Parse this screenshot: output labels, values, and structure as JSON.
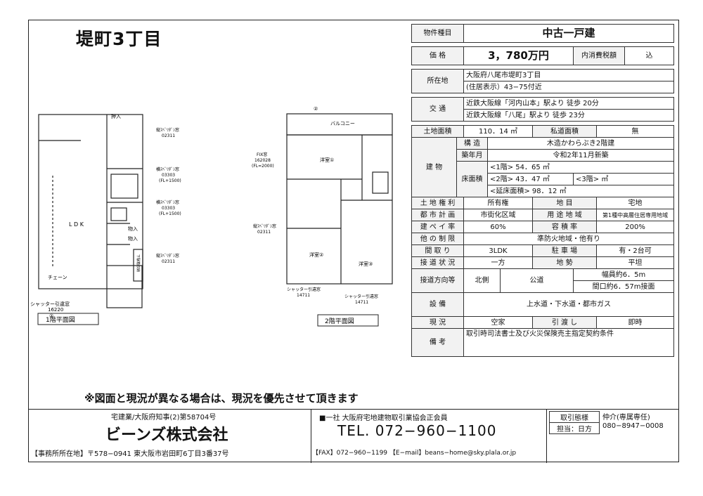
{
  "title": "堤町3丁目",
  "note": "※図面と現況が異なる場合は、現況を優先させて頂きます",
  "spec": {
    "type_label": "物件種目",
    "type_value": "中古一戸建",
    "price_label": "価 格",
    "price_value": "3，780万円",
    "tax_label": "内消費税額",
    "tax_value": "込",
    "loc_label": "所在地",
    "loc_value": "大阪府八尾市堤町3丁目",
    "loc_sub": "(住居表示）43−75付近",
    "traffic_label": "交 通",
    "traffic_1": "近鉄大阪線「河内山本」駅より 徒歩 20分",
    "traffic_2": "近鉄大阪線「八尾」駅より 徒歩 23分",
    "land_label": "土地面積",
    "land_value": "110．14 ㎡",
    "private_road_label": "私道面積",
    "private_road_value": "無",
    "building_label": "建 物",
    "struct_label": "構 造",
    "struct_value": "木造かわらぶき2階建",
    "built_label": "築年月",
    "built_value": "令和2年11月新築",
    "floor_label": "床面積",
    "floor_1": "<1階> 54．65 ㎡",
    "floor_2": "<2階> 43．47 ㎡",
    "floor_3": "<3階> ㎡",
    "floor_total": "<延床面積> 98．12 ㎡",
    "rights_label": "土 地 権 利",
    "rights_value": "所有権",
    "chimoku_label": "地 目",
    "chimoku_value": "宅地",
    "city_label": "都 市 計 画",
    "city_value": "市街化区域",
    "zone_label": "用 途 地 域",
    "zone_value": "第1種中高層住居専用地域",
    "kenpei_label": "建 ペ イ 率",
    "kenpei_value": "60%",
    "yoseki_label": "容 積 率",
    "yoseki_value": "200%",
    "other_label": "他 の 制 限",
    "other_value": "準防火地域・他有り",
    "madori_label": "間 取 り",
    "madori_value": "3LDK",
    "parking_label": "駐 車 場",
    "parking_value": "有・2台可",
    "road_status_label": "接 道 状 況",
    "road_status_value": "一方",
    "terrain_label": "地 勢",
    "terrain_value": "平坦",
    "road_dir_label": "接道方向等",
    "road_dir": "北側",
    "road_kind": "公道",
    "road_width": "幅員約6．5m",
    "road_frontage": "間口約6．57m接面",
    "equip_label": "設 備",
    "equip_value": "上水道・下水道・都市ガス",
    "status_label": "現 況",
    "status_value": "空家",
    "handover_label": "引 渡 し",
    "handover_value": "即時",
    "remarks_label": "備 考",
    "remarks_value": "取引時司法書士及び火災保険売主指定契約条件"
  },
  "plan1": {
    "caption": "1階平面図",
    "ldk": "L D K",
    "storage": "押入",
    "storage2": "物入",
    "storage3": "物入",
    "chain": "チェーン",
    "shutter": "シャッター引違窓",
    "shutter_code": "16220",
    "circle": "②",
    "cabinet": "下駄箱収納",
    "w1": "縦ｽﾍﾞﾘﾀﾞｼ窓",
    "w1c": "02311",
    "w2": "横ｽﾍﾞﾘﾀﾞｼ窓",
    "w2c": "03303",
    "w2f": "(FL+1500)",
    "w3": "横ｽﾍﾞﾘﾀﾞｼ窓",
    "w3c": "03303",
    "w3f": "(FL+1500)",
    "w4": "縦ｽﾍﾞﾘﾀﾞｼ窓",
    "w4c": "02311"
  },
  "plan2": {
    "caption": "2階平面図",
    "balcony": "バルコニー",
    "room1": "洋室①",
    "room2": "洋室②",
    "room3": "洋室③",
    "fix": "FIX窓",
    "fix_code": "162028",
    "fix_fl": "(FL=2000)",
    "w5": "縦ｽﾍﾞﾘﾀﾞｼ窓",
    "w5c": "02311",
    "sh1": "シャッター引違窓",
    "sh1c": "14711",
    "sh2": "シャッター引違窓",
    "sh2c": "14711",
    "circle": "②"
  },
  "footer": {
    "license": "宅建業/大阪府知事(2)第58704号",
    "company": "ビーンズ株式会社",
    "office": "【事務所所在地】〒578−0941 東大阪市岩田町6丁目3番37号",
    "assoc": "■一社 大阪府宅地建物取引業協会正会員",
    "tel": "TEL. 072−960−1100",
    "fax_email": "【FAX】072−960−1199 【E−mail】beans−home@sky.plala.or.jp",
    "deal_label": "取引態様",
    "deal_value": "仲介(専属専任)",
    "staff_label": "担当：日方",
    "staff_tel": "080−8947−0008"
  }
}
